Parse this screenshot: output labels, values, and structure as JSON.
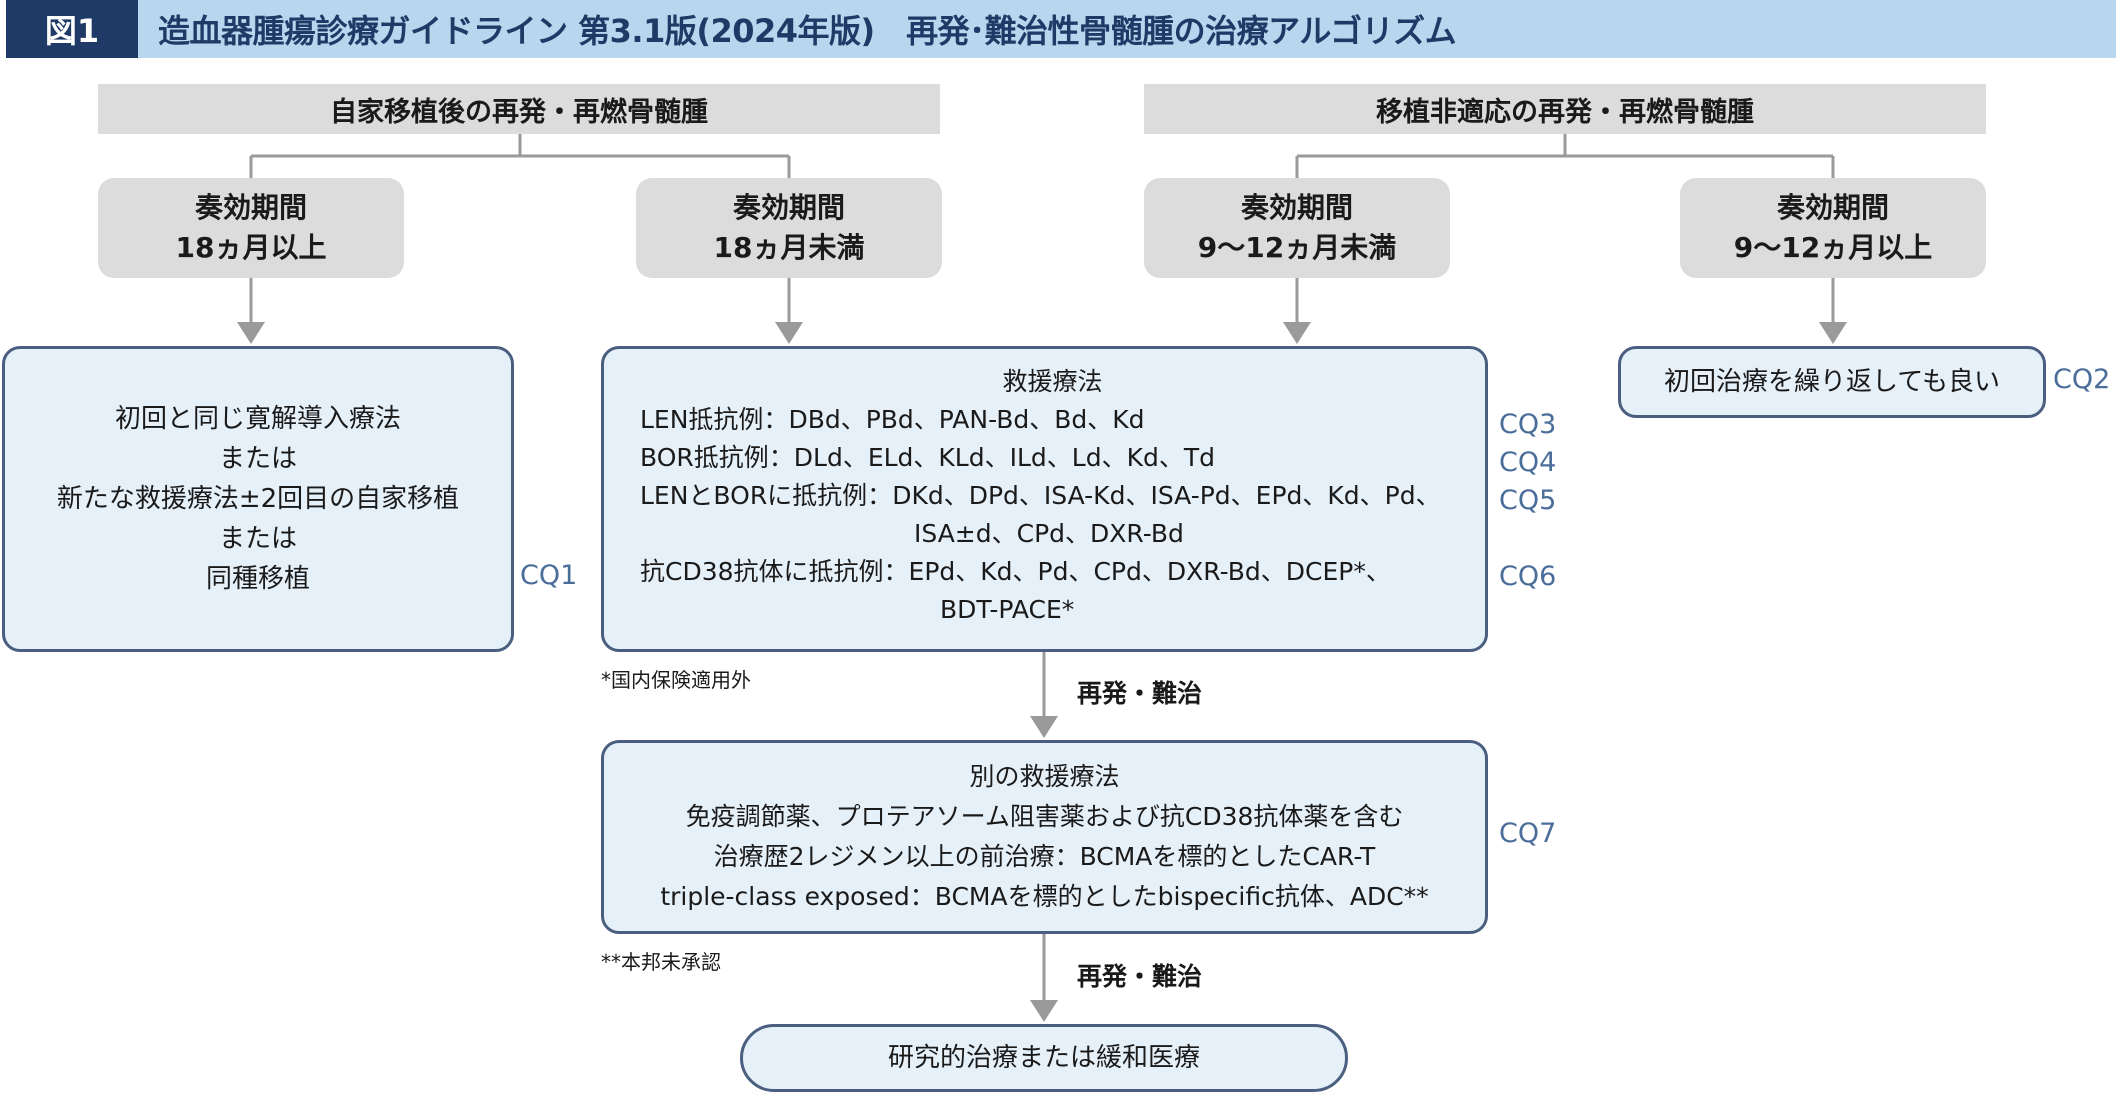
{
  "header": {
    "figure_label": "図1",
    "title": "造血器腫瘍診療ガイドライン 第3.1版(2024年版)　再発･難治性骨髄腫の治療アルゴリズム"
  },
  "categories": {
    "left": "自家移植後の再発・再燃骨髄腫",
    "right": "移植非適応の再発・再燃骨髄腫"
  },
  "durations": [
    {
      "line1": "奏効期間",
      "line2": "18ヵ月以上"
    },
    {
      "line1": "奏効期間",
      "line2": "18ヵ月未満"
    },
    {
      "line1": "奏効期間",
      "line2": "9〜12ヵ月未満"
    },
    {
      "line1": "奏効期間",
      "line2": "9〜12ヵ月以上"
    }
  ],
  "box_left": {
    "lines": [
      "初回と同じ寛解導入療法",
      "または",
      "新たな救援療法±2回目の自家移植",
      "または",
      "同種移植"
    ],
    "cq": "CQ1"
  },
  "box_rescue": {
    "title": "救援療法",
    "rows": [
      {
        "label": "LEN抵抗例：",
        "items": "DBd、PBd、PAN-Bd、Bd、Kd"
      },
      {
        "label": "BOR抵抗例：",
        "items": "DLd、ELd、KLd、ILd、Ld、Kd、Td"
      },
      {
        "label": "LENとBORに抵抗例：",
        "items": "DKd、DPd、ISA-Kd、ISA-Pd、EPd、Kd、Pd、",
        "cont": "ISA±d、CPd、DXR-Bd"
      },
      {
        "label": "抗CD38抗体に抵抗例：",
        "items": "EPd、Kd、Pd、CPd、DXR-Bd、DCEP*、",
        "cont": "BDT-PACE*"
      }
    ],
    "cqs": [
      "CQ3",
      "CQ4",
      "CQ5",
      "CQ6"
    ],
    "footnote": "*国内保険適用外"
  },
  "box_repeat": {
    "text": "初回治療を繰り返しても良い",
    "cq": "CQ2"
  },
  "relapse_label": "再発・難治",
  "box_other": {
    "lines": [
      "別の救援療法",
      "免疫調節薬、プロテアソーム阻害薬および抗CD38抗体薬を含む",
      "治療歴2レジメン以上の前治療：BCMAを標的としたCAR-T",
      "triple-class exposed：BCMAを標的としたbispecific抗体、ADC**"
    ],
    "cq": "CQ7",
    "footnote": "**本邦未承認"
  },
  "box_final": {
    "text": "研究的治療または緩和医療"
  },
  "colors": {
    "title_bar": "#b8d7ee",
    "figure_label_bg": "#1f3a66",
    "grey_box": "#dcdcdc",
    "box_fill": "#e6f0f8",
    "box_border": "#4a5f80",
    "cq_text": "#4a6d9a",
    "arrow": "#9a9a9a"
  }
}
